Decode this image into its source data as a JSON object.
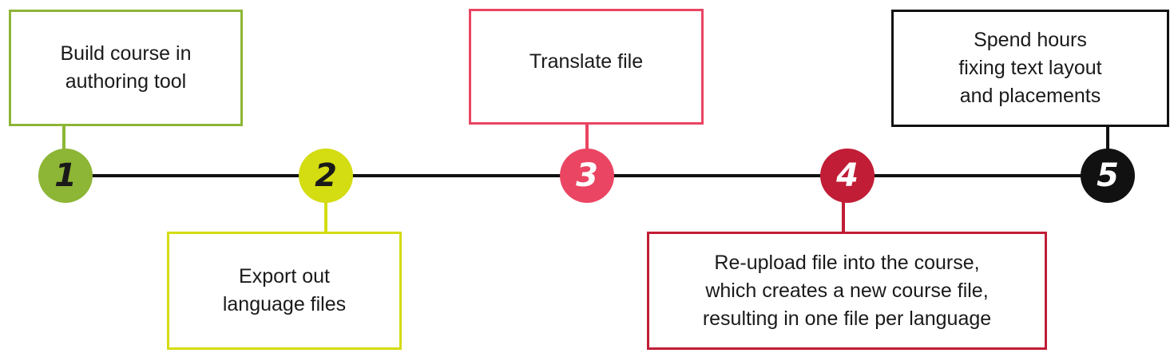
{
  "steps": [
    {
      "number": "1",
      "text": "Build course in\nauthoring tool",
      "color": "#8db536",
      "number_color": "#1a1a1a"
    },
    {
      "number": "2",
      "text": "Export out\nlanguage files",
      "color": "#d4dc12",
      "number_color": "#1a1a1a"
    },
    {
      "number": "3",
      "text": "Translate file",
      "color": "#ea4562",
      "number_color": "#ffffff"
    },
    {
      "number": "4",
      "text": "Re-upload file into the course,\nwhich creates a new course file,\nresulting in one file per language",
      "color": "#c11d36",
      "number_color": "#ffffff"
    },
    {
      "number": "5",
      "text": "Spend hours\nfixing text layout\nand placements",
      "color": "#111111",
      "number_color": "#ffffff"
    }
  ]
}
